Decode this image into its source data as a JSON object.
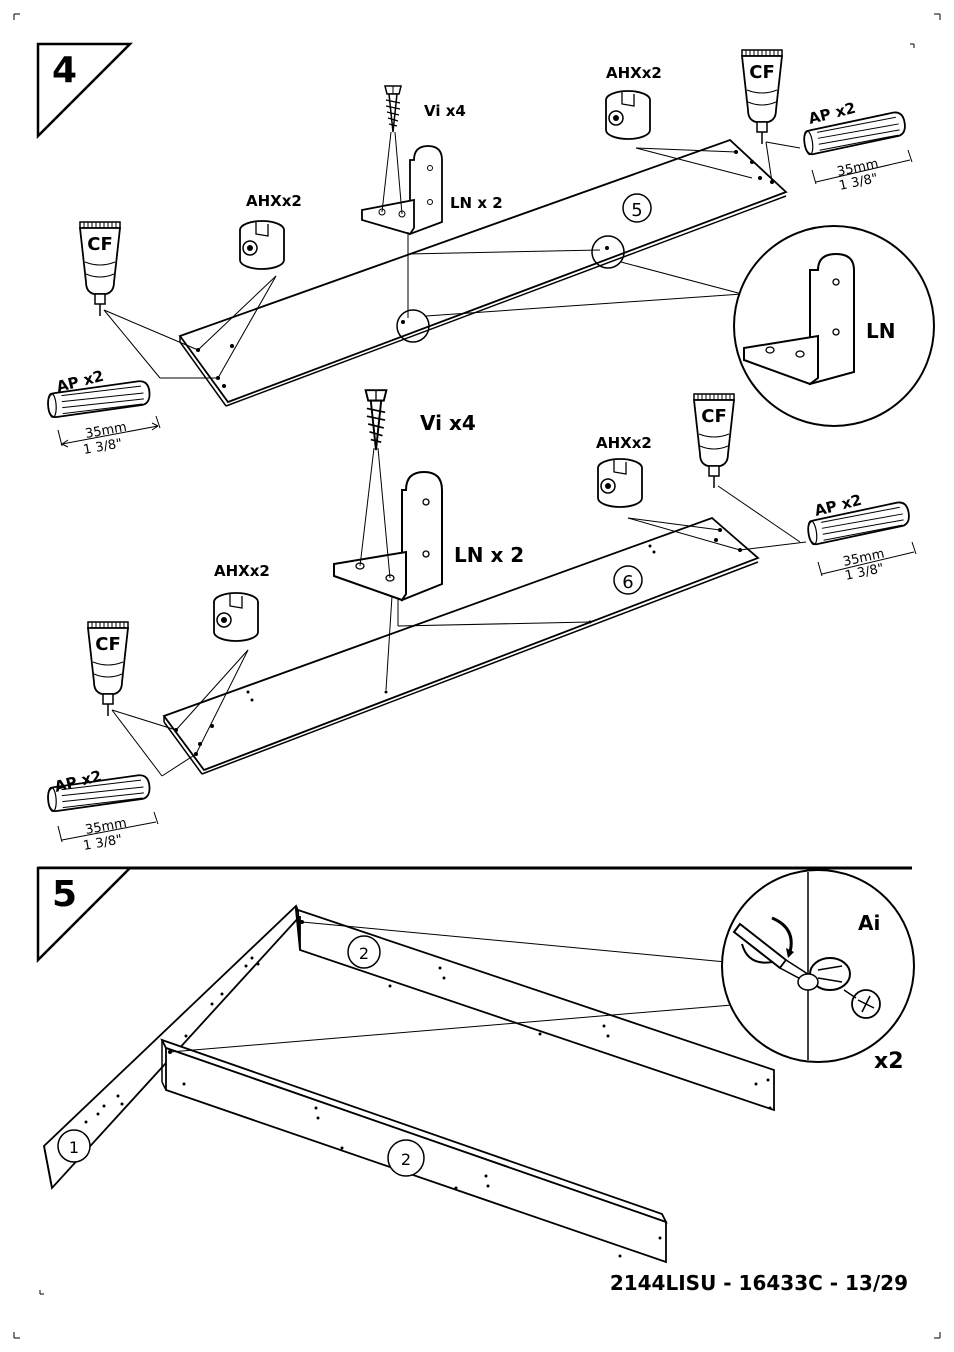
{
  "steps": [
    {
      "number": "4",
      "assemblies": [
        {
          "panel": "5",
          "labels": {
            "screw": "Vi  x4",
            "bracket": "LN  x 2",
            "cam_left": "AHXx2",
            "cam_right": "AHXx2",
            "glue_left": "CF",
            "glue_right": "CF",
            "dowel_left": "AP x2",
            "dowel_right": "AP x2"
          },
          "detail": {
            "bracket": "LN"
          }
        },
        {
          "panel": "6",
          "labels": {
            "screw": "Vi  x4",
            "bracket": "LN  x 2",
            "cam_left": "AHXx2",
            "cam_right": "AHXx2",
            "glue_left": "CF",
            "glue_right": "CF",
            "dowel_left": "AP x2",
            "dowel_right": "AP x2"
          }
        }
      ],
      "dowel_size": {
        "metric": "35mm",
        "imperial": "1 3/8\""
      }
    },
    {
      "number": "5",
      "panels": {
        "side": "1",
        "top": "2",
        "bottom": "2"
      },
      "detail": {
        "label": "Ai",
        "quantity": "x2"
      }
    }
  ],
  "footer": {
    "doc_code": "2144LISU  -  16433C  -  13/29"
  }
}
